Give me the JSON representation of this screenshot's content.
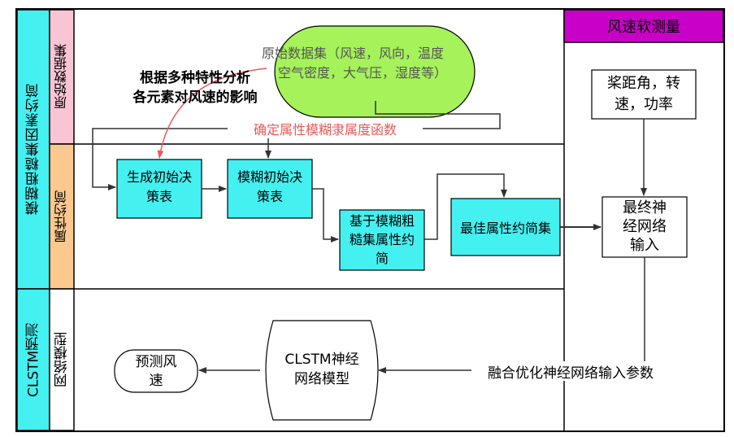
{
  "lanes": {
    "left_top": "模糊粗糙集因素约简",
    "left_bottom": "CLSTM预测",
    "sub_dataset": "原始数据集",
    "sub_reduction": "属性约简",
    "sub_model": "网络模型",
    "right_header": "风速软测量"
  },
  "nodes": {
    "raw_dataset_line1": "原始数据集（风速，风向，温度",
    "raw_dataset_line2": "空气密度，大气压，湿度等）",
    "init_table_line1": "生成初始决",
    "init_table_line2": "策表",
    "fuzzy_table_line1": "模糊初始决",
    "fuzzy_table_line2": "策表",
    "fuzzy_rough_line1": "基于模糊粗",
    "fuzzy_rough_line2": "糙集属性约",
    "fuzzy_rough_line3": "简",
    "best_reduction": "最佳属性约简集",
    "final_input_line1": "最终神",
    "final_input_line2": "经网络",
    "final_input_line3": "输入",
    "pitch_line1": "桨距角，转",
    "pitch_line2": "速，功率",
    "clstm_line1": "CLSTM神经",
    "clstm_line2": "网络模型",
    "predict_line1": "预测风",
    "predict_line2": "速"
  },
  "annotations": {
    "analysis_line1": "根据多种特性分析",
    "analysis_line2": "各元素对风速的影响",
    "membership": "确定属性模糊隶属度函数",
    "fusion": "融合优化神经网络输入参数"
  },
  "colors": {
    "cyan": "#44f0f0",
    "green": "#a5f25a",
    "pink": "#f9c5d5",
    "orange": "#fbc890",
    "magenta": "#c800c8",
    "red_text": "#e85a5a"
  }
}
